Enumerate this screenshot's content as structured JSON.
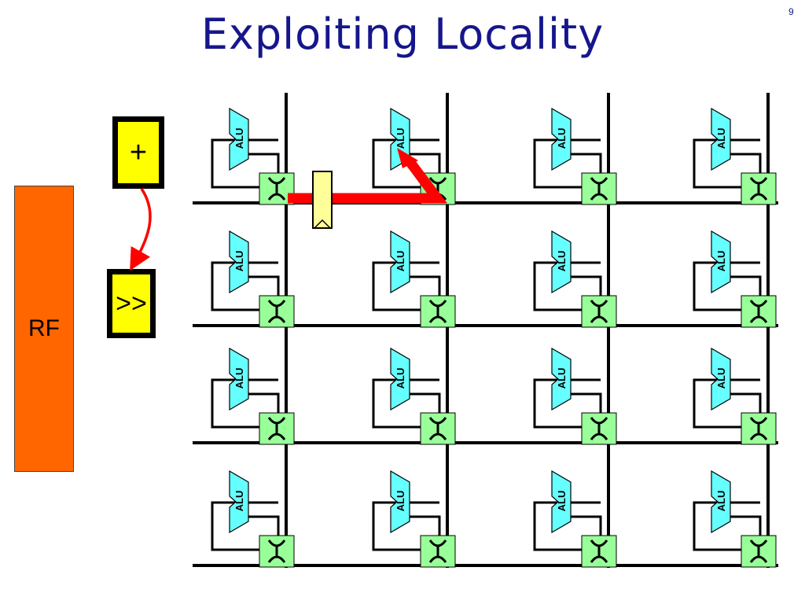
{
  "slide": {
    "title": "Exploiting Locality",
    "number": "9"
  },
  "blocks": {
    "rf_label": "RF",
    "add_label": "+",
    "shift_label": ">>"
  },
  "grid": {
    "rows": 4,
    "cols": 4,
    "alu_label": "ALU"
  },
  "colors": {
    "title": "#16168c",
    "rf": "#ff6600",
    "op_box": "#ffff00",
    "alu": "#66ffff",
    "switch": "#99ff99",
    "highlight": "#ff0000",
    "pipeline_register": "#ffff99"
  }
}
